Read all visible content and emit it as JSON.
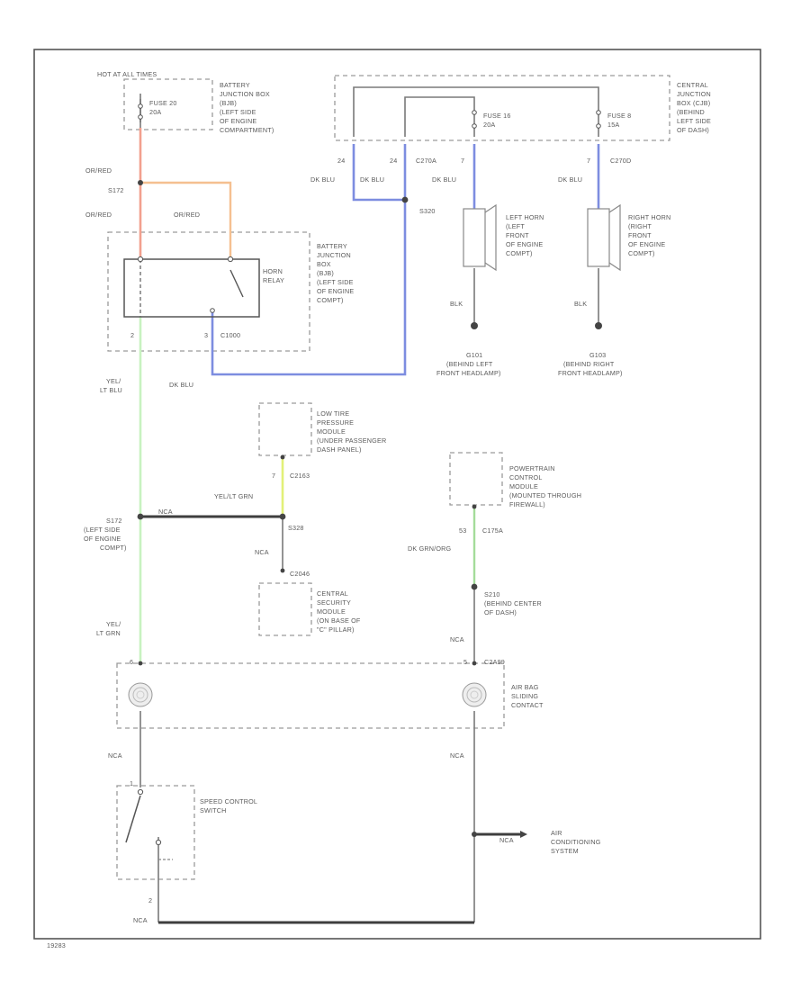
{
  "labels": {
    "hot_at_all_times": "HOT AT ALL TIMES",
    "fuse_20": "FUSE 20",
    "fuse_20_amp": "20A",
    "bjb_top_1": "BATTERY",
    "bjb_top_2": "JUNCTION BOX",
    "bjb_top_3": "(BJB)",
    "bjb_top_4": "(LEFT SIDE",
    "bjb_top_5": "OF ENGINE",
    "bjb_top_6": "COMPARTMENT)",
    "cjb_1": "CENTRAL",
    "cjb_2": "JUNCTION",
    "cjb_3": "BOX (CJB)",
    "cjb_4": "(BEHIND",
    "cjb_5": "LEFT SIDE",
    "cjb_6": "OF DASH)",
    "fuse_16": "FUSE 16",
    "fuse_16_amp": "20A",
    "fuse_8": "FUSE 8",
    "fuse_8_amp": "15A",
    "pin_24a": "24",
    "pin_24b": "24",
    "c270a": "C270A",
    "pin_7a": "7",
    "pin_7b": "7",
    "c270d": "C270D",
    "dk_blu_1": "DK BLU",
    "dk_blu_2": "DK BLU",
    "dk_blu_3": "DK BLU",
    "dk_blu_4": "DK BLU",
    "dk_blu_5": "DK BLU",
    "s320": "S320",
    "or_red_1": "OR/RED",
    "s172": "S172",
    "or_red_2": "OR/RED",
    "or_red_3": "OR/RED",
    "left_horn_1": "LEFT HORN",
    "left_horn_2": "(LEFT",
    "left_horn_3": "FRONT",
    "left_horn_4": "OF ENGINE",
    "left_horn_5": "COMPT)",
    "right_horn_1": "RIGHT HORN",
    "right_horn_2": "(RIGHT",
    "right_horn_3": "FRONT",
    "right_horn_4": "OF ENGINE",
    "right_horn_5": "COMPT)",
    "blk_1": "BLK",
    "blk_2": "BLK",
    "g101": "G101",
    "g101_loc_1": "(BEHIND LEFT",
    "g101_loc_2": "FRONT HEADLAMP)",
    "g103": "G103",
    "g103_loc_1": "(BEHIND RIGHT",
    "g103_loc_2": "FRONT HEADLAMP)",
    "horn_relay_1": "HORN",
    "horn_relay_2": "RELAY",
    "bjb_mid_1": "BATTERY",
    "bjb_mid_2": "JUNCTION",
    "bjb_mid_3": "BOX",
    "bjb_mid_4": "(BJB)",
    "bjb_mid_5": "(LEFT SIDE",
    "bjb_mid_6": "OF ENGINE",
    "bjb_mid_7": "COMPT)",
    "pin_2": "2",
    "pin_3": "3",
    "c1000": "C1000",
    "yel_ltblu_1": "YEL/",
    "yel_ltblu_2": "LT BLU",
    "ltpm_1": "LOW TIRE",
    "ltpm_2": "PRESSURE",
    "ltpm_3": "MODULE",
    "ltpm_4": "(UNDER PASSENGER",
    "ltpm_5": "DASH PANEL)",
    "pin_7c": "7",
    "c2163": "C2163",
    "yel_ltgrn_1": "YEL/LT GRN",
    "s172b": "S172",
    "s172b_loc_1": "(LEFT SIDE",
    "s172b_loc_2": "OF ENGINE",
    "s172b_loc_3": "COMPT)",
    "ncaa": "NCA",
    "s328": "S328",
    "nca_1": "NCA",
    "c2046": "C2046",
    "csm_1": "CENTRAL",
    "csm_2": "SECURITY",
    "csm_3": "MODULE",
    "csm_4": "(ON BASE OF",
    "csm_5": "\"C\" PILLAR)",
    "pcm_1": "POWERTRAIN",
    "pcm_2": "CONTROL",
    "pcm_3": "MODULE",
    "pcm_4": "(MOUNTED THROUGH",
    "pcm_5": "FIREWALL)",
    "pin_53": "53",
    "c175a": "C175A",
    "dk_grn_org": "DK GRN/ORG",
    "s210": "S210",
    "s210_loc_1": "(BEHIND CENTER",
    "s210_loc_2": "OF DASH)",
    "nca_2": "NCA",
    "yel_ltgrn_2a": "YEL/",
    "yel_ltgrn_2b": "LT GRN",
    "pin_6": "6",
    "pin_5": "5",
    "c2a99": "C2A99",
    "airbag_1": "AIR BAG",
    "airbag_2": "SLIDING",
    "airbag_3": "CONTACT",
    "nca_3": "NCA",
    "nca_4": "NCA",
    "pin_1": "1",
    "speed_1": "SPEED CONTROL",
    "speed_2": "SWITCH",
    "nca_5": "NCA",
    "ac_1": "AIR",
    "ac_2": "CONDITIONING",
    "ac_3": "SYSTEM",
    "pin_2b": "2",
    "nca_6": "NCA",
    "figure_code": "19283"
  },
  "wire_colors": {
    "or_red": "#f2a08e",
    "orange": "#f5c090",
    "dk_blu": "#7d8de0",
    "yel_ltblu": "#c8f2c0",
    "yel_ltgrn": "#e2f078",
    "dk_grn_org": "#a4dc9a",
    "nca": "#3e3e3e"
  }
}
